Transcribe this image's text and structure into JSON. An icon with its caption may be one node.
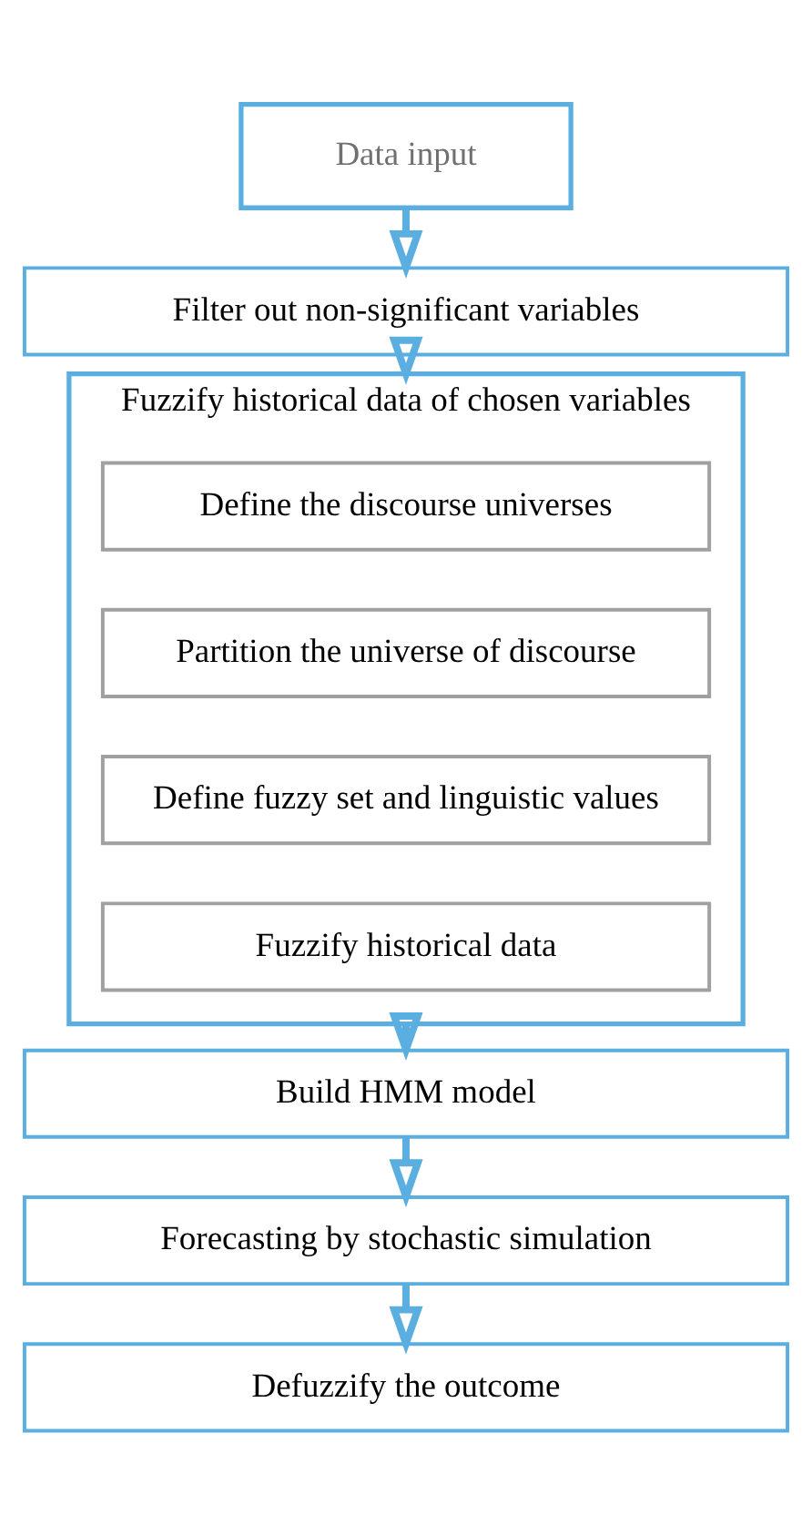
{
  "diagram": {
    "nodes": [
      {
        "text": [
          "Data input"
        ]
      },
      {
        "text": [
          "Filter out non-significant variables"
        ]
      },
      {
        "text": [
          "Fuzzify historical data of chosen variables"
        ]
      },
      {
        "text": [
          "Define the discourse universes"
        ],
        "in": 2
      },
      {
        "text": [
          "Partition the universe of discourse"
        ],
        "in": 2
      },
      {
        "text": [
          "Define fuzzy set and linguistic values"
        ],
        "in": 2
      },
      {
        "text": [
          "Fuzzify historical data"
        ],
        "in": 2
      },
      {
        "text": [
          "Build HMM model"
        ]
      },
      {
        "text": [
          "Forecasting by stochastic simulation"
        ]
      },
      {
        "text": [
          "Defuzzify the outcome"
        ]
      }
    ],
    "edges": [
      {
        "from": 0,
        "to": 1,
        "arrow": "to"
      },
      {
        "from": 1,
        "to": 2,
        "arrow": "to"
      },
      {
        "from": 2,
        "to": 7,
        "arrow": "to"
      },
      {
        "from": 7,
        "to": 8,
        "arrow": "to"
      },
      {
        "from": 8,
        "to": 9,
        "arrow": "to"
      }
    ]
  }
}
